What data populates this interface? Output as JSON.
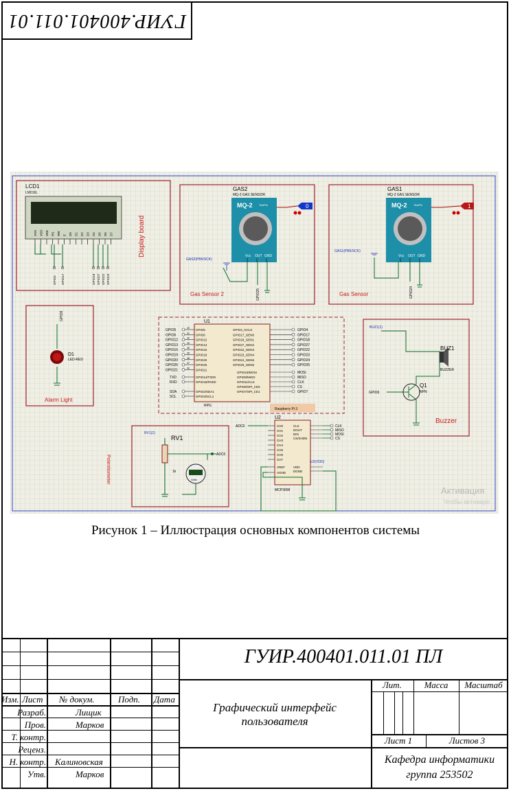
{
  "top_code": "ГУИР.400401.011.01",
  "figure": {
    "caption": "Рисунок 1 – Иллюстрация основных компонентов системы",
    "watermark_line1": "Активация",
    "watermark_line2": "Чтобы активиро",
    "lcd": {
      "ref": "LCD1",
      "model": "LM016L",
      "title": "Display board",
      "pins": [
        "VSS",
        "VDD",
        "VEE",
        "RS",
        "RW",
        "E",
        "D0",
        "D1",
        "D2",
        "D3",
        "D4",
        "D5",
        "D6",
        "D7"
      ],
      "nets": [
        "GPIO4",
        "GPIO17",
        "GPIO18",
        "GPIO27",
        "GPIO22",
        "GPIO23"
      ]
    },
    "gas2": {
      "ref": "GAS2",
      "model": "MQ-2 GAS SENSOR",
      "chip": "MQ-2",
      "label": "Gas Sensor 2",
      "flag": "0",
      "net_in": "GAS2(PB5/SCK)",
      "net_out": "GPIO25",
      "pins": [
        "Vcc",
        "OUT",
        "GND"
      ],
      "brand": "TestPin"
    },
    "gas1": {
      "ref": "GAS1",
      "model": "MQ-2 GAS SENSOR",
      "chip": "MQ-2",
      "label": "Gas Sensor",
      "flag": "1",
      "net_in": "GAS1(PB5/SCK)",
      "net_out": "GPIO24",
      "pins": [
        "Vcc",
        "OUT",
        "GND"
      ],
      "brand": "TestPin"
    },
    "alarm": {
      "ref": "D1",
      "model": "LED-RED",
      "label": "Alarm Light",
      "net": "GPIO8"
    },
    "rpi": {
      "ref": "U1",
      "label": "Raspberry Pi 3",
      "sub": "RPG",
      "left_pins": [
        "GPIO5",
        "GPIO6",
        "GPIO12",
        "GPIO13",
        "GPIO16",
        "GPIO19",
        "GPIO20",
        "GPIO26",
        "GPIO21"
      ],
      "left_nums": [
        "29",
        "31",
        "32",
        "33",
        "36",
        "35",
        "38",
        "37",
        "40"
      ],
      "right_pins": [
        "GPIO4",
        "GPIO17",
        "GPIO18",
        "GPIO27",
        "GPIO22",
        "GPIO23",
        "GPIO24",
        "GPIO25"
      ],
      "inner_right": [
        "GPIO4_GCLK",
        "GPIO17_GEN0",
        "GPIO18_GEN1",
        "GPIO27_GEN2",
        "GPIO22_GEN3",
        "GPIO23_GEN4",
        "GPIO24_GEN5",
        "GPIO25_GEN6"
      ],
      "spi_pins": [
        "MOSI",
        "MISO",
        "CLK",
        "CS",
        "GPIO7"
      ],
      "spi_inner": [
        "GPIO10/MOSI",
        "GPIO9/MISO",
        "GPIO11/CLK",
        "GPIO8/SPI_CE0",
        "GPIO7/SPI_CE1"
      ],
      "uart": [
        "TXD",
        "RXD"
      ],
      "uart_inner": [
        "GPIO14/TXD0",
        "GPIO15/RXD0"
      ],
      "i2c": [
        "SDA",
        "SCL"
      ],
      "i2c_inner": [
        "GPIO2/SDA1",
        "GPIO3/SCL1"
      ]
    },
    "buzzer": {
      "ref": "BUZ1",
      "model": "BUZZER",
      "transistor": "Q1",
      "type": "NPN",
      "label": "Buzzer",
      "net": "BUZ1(1)",
      "net_in": "GPIO6"
    },
    "pot": {
      "ref": "RV1",
      "net": "RV1(2)",
      "value": "1k",
      "label": "Potentiometer",
      "out": "ADC0",
      "meter": "Volts"
    },
    "adc": {
      "ref": "U2",
      "model": "MCP3008",
      "in": "ADC0",
      "left": [
        "CH0",
        "CH1",
        "CH2",
        "CH3",
        "CH4",
        "CH5",
        "CH6",
        "CH7",
        "VREF",
        "AGND"
      ],
      "right": [
        "CLK",
        "DOUT",
        "DIN",
        "CS/SHDN",
        "VDD",
        "DGND"
      ],
      "nets": [
        "CLK",
        "MISO",
        "MOSI",
        "CS"
      ],
      "vdd_net": "U2(VDD)"
    }
  },
  "stamp": {
    "designation": "ГУИР.400401.011.01 ПЛ",
    "title_line1": "Графический интерфейс",
    "title_line2": "пользователя",
    "col_izm": "Изм.",
    "col_list": "Лист",
    "col_doc": "№ докум.",
    "col_sign": "Подп.",
    "col_date": "Дата",
    "lit": "Лит.",
    "mass": "Масса",
    "scale": "Масштаб",
    "sheet": "Лист 1",
    "sheets": "Листов 3",
    "dept_line1": "Кафедра информатики",
    "dept_line2": "группа 253502",
    "roles": [
      {
        "role": "Разраб.",
        "name": "Лищик"
      },
      {
        "role": "Пров.",
        "name": "Марков"
      },
      {
        "role": "Т. контр.",
        "name": ""
      },
      {
        "role": "Реценз.",
        "name": ""
      },
      {
        "role": "Н. контр.",
        "name": "Калиновская"
      },
      {
        "role": "Утв.",
        "name": "Марков"
      }
    ]
  }
}
